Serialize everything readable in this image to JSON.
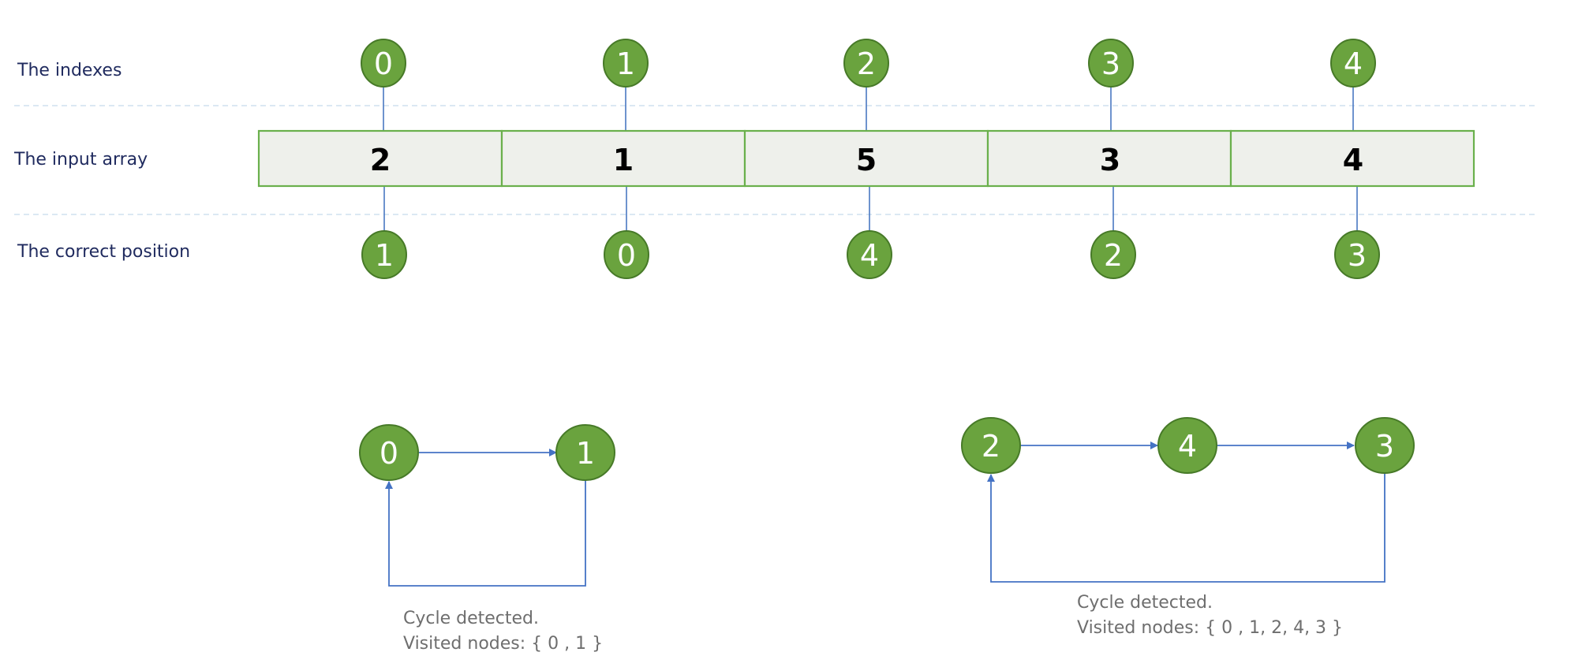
{
  "row_labels": {
    "indexes": "The indexes",
    "input_array": "The input array",
    "correct_position": "The correct position"
  },
  "indexes": [
    "0",
    "1",
    "2",
    "3",
    "4"
  ],
  "input_array": [
    "2",
    "1",
    "5",
    "3",
    "4"
  ],
  "correct_positions": [
    "1",
    "0",
    "4",
    "2",
    "3"
  ],
  "cycle_1": {
    "nodes": [
      "0",
      "1"
    ],
    "caption_line1": "Cycle detected.",
    "caption_line2": "Visited nodes: { 0 , 1 }"
  },
  "cycle_2": {
    "nodes": [
      "2",
      "4",
      "3"
    ],
    "caption_line1": "Cycle detected.",
    "caption_line2": "Visited nodes: { 0 , 1, 2, 4, 3 }"
  },
  "colors": {
    "node_fill": "#6aa33e",
    "node_stroke": "#477a28",
    "cell_fill": "#eef0eb",
    "cell_stroke": "#6ab04c",
    "connector": "#4a78c2",
    "arrow": "#4472c4",
    "divider": "#cfe0ef"
  }
}
